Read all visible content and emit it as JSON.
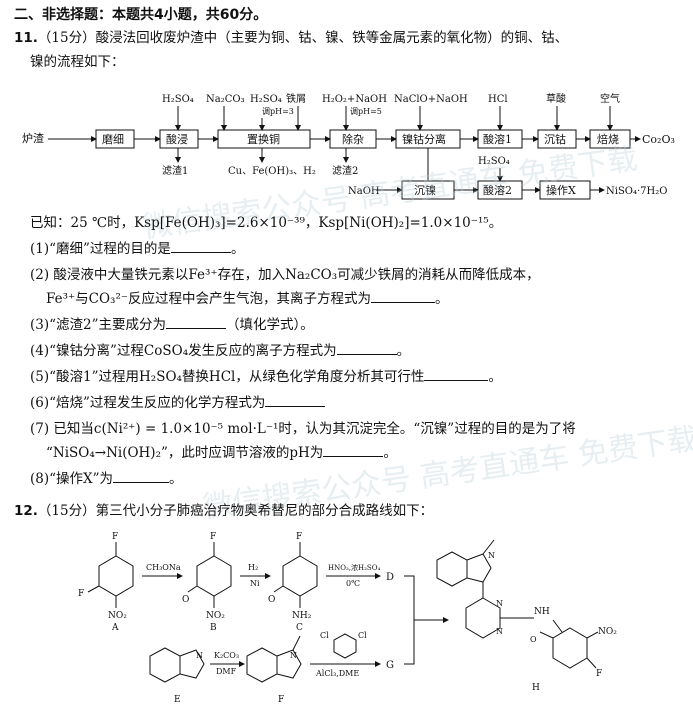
{
  "section": {
    "title": "二、非选择题：本题共4小题，共60分。"
  },
  "q11": {
    "num": "11.",
    "score": "（15分）",
    "stem_l1": "酸浸法回收废炉渣中（主要为铜、钴、镍、铁等金属元素的氧化物）的铜、钴、",
    "stem_l2": "镍的流程如下：",
    "flow": {
      "start": "炉渣",
      "boxes": [
        "磨细",
        "酸浸",
        "置换铜",
        "除杂",
        "镍钴分离",
        "酸溶1",
        "沉钴",
        "焙烧",
        "沉镍",
        "酸溶2",
        "操作X"
      ],
      "reagents": {
        "acid_leach": "H₂SO₄",
        "replace_1": "Na₂CO₃",
        "replace_2": "H₂SO₄",
        "replace_3": "铁屑",
        "replace_ph": "调pH=3",
        "impurity": "H₂O₂+NaOH",
        "impurity_ph": "调pH=5",
        "separate": "NaClO+NaOH",
        "dissolve1": "HCl",
        "cobalt": "草酸",
        "roast": "空气",
        "dissolve2": "H₂SO₄",
        "nickel": "NaOH"
      },
      "byproducts": {
        "residue1": "滤渣1",
        "replace_out": "Cu、Fe(OH)₃、H₂",
        "residue2": "滤渣2"
      },
      "products": {
        "cobalt": "Co₂O₃",
        "nickel": "NiSO₄·7H₂O"
      }
    },
    "known": "已知：25 ℃时，Ksp[Fe(OH)₃]=2.6×10⁻³⁹，Ksp[Ni(OH)₂]=1.0×10⁻¹⁵。",
    "sub": [
      "(1)“磨细”过程的目的是",
      "(2) 酸浸液中大量铁元素以Fe³⁺存在，加入Na₂CO₃可减少铁屑的消耗从而降低成本，",
      "Fe³⁺与CO₃²⁻反应过程中会产生气泡，其离子方程式为",
      "(3)“滤渣2”主要成分为",
      "（填化学式）。",
      "(4)“镍钴分离”过程CoSO₄发生反应的离子方程式为",
      "(5)“酸溶1”过程用H₂SO₄替换HCl，从绿色化学角度分析其可行性",
      "(6)“焙烧”过程发生反应的化学方程式为",
      "(7) 已知当c(Ni²⁺) = 1.0×10⁻⁵ mol·L⁻¹时，认为其沉淀完全。“沉镍”过程的目的是为了将",
      "“NiSO₄→Ni(OH)₂”，此时应调节溶液的pH为",
      "(8)“操作X”为"
    ]
  },
  "q12": {
    "num": "12.",
    "score": "（15分）",
    "stem": "第三代小分子肺癌治疗物奥希替尼的部分合成路线如下：",
    "reagents": {
      "ab": "CH₃ONa",
      "bc_top": "H₂",
      "bc_bottom": "Ni",
      "cd_top": "HNO₃,浓H₂SO₄",
      "cd_bottom": "0℃",
      "ef_top": "K₂CO₃",
      "ef_bottom": "DMF",
      "fg_bottom": "AlCl₃,DME"
    },
    "labels": {
      "A": "A",
      "B": "B",
      "C": "C",
      "D": "D",
      "E": "E",
      "F": "F",
      "G": "G",
      "H": "H",
      "F_atom": "F",
      "NO2": "NO₂",
      "NH2": "NH₂",
      "N": "N",
      "NH": "NH",
      "Cl": "Cl",
      "O": "O"
    }
  },
  "watermark": "微信搜索公众号 高考直通车  免费下载"
}
